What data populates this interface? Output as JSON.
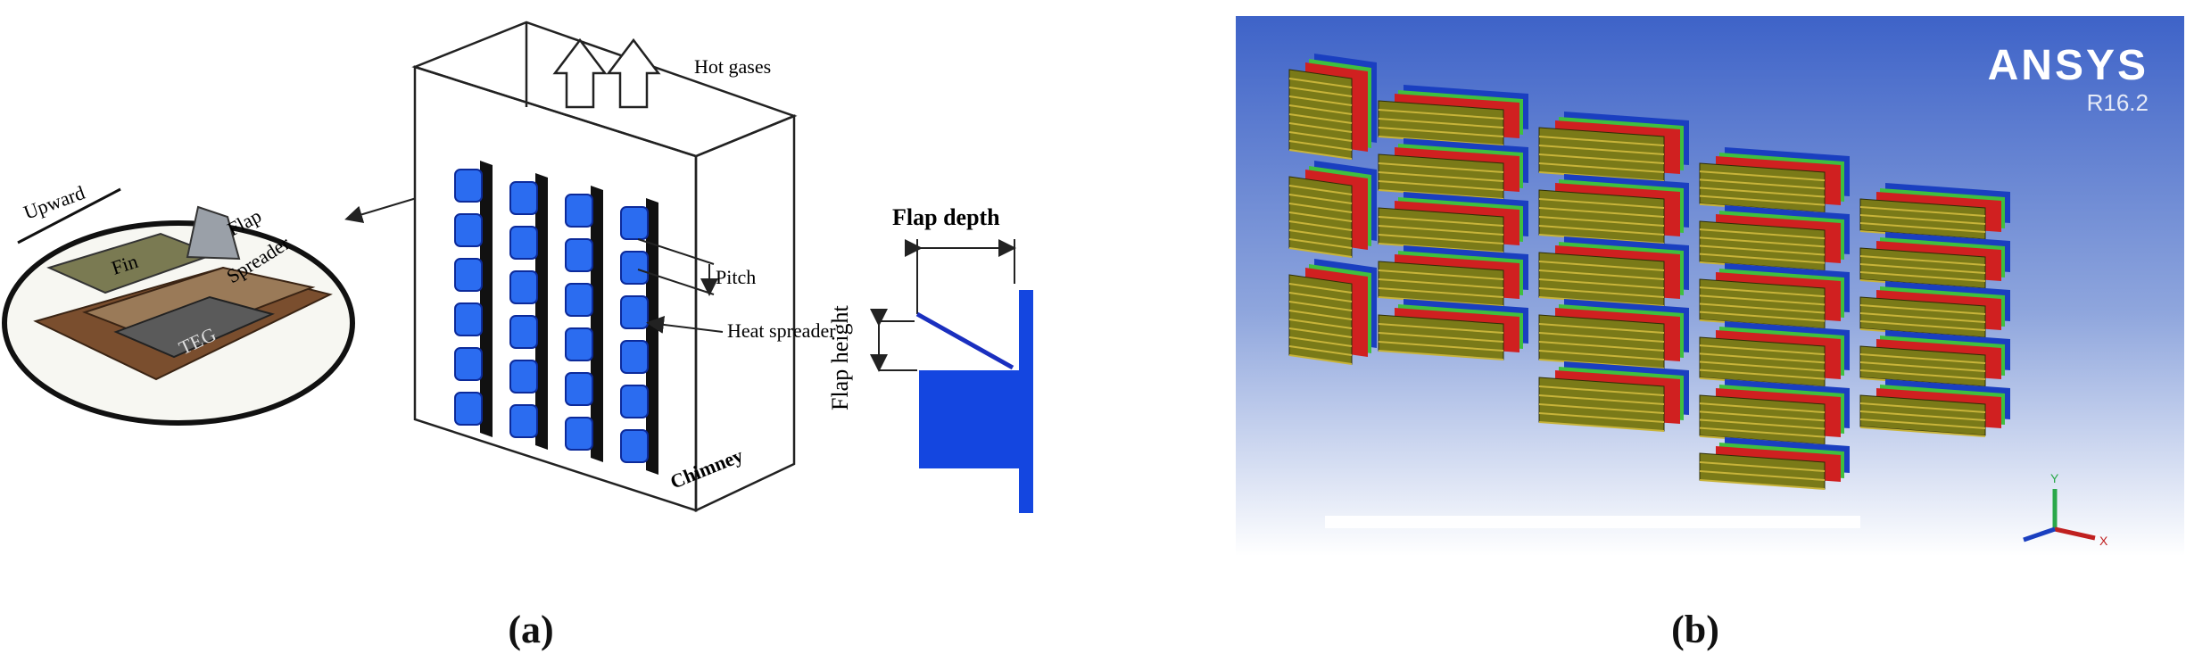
{
  "panel_a": {
    "caption": "(a)",
    "hot_gases": "Hot gases",
    "pitch": "Pitch",
    "heat_spreader": "Heat spreader",
    "chimney": "Chimney",
    "upward": "Upward",
    "flap": "Flap",
    "fin": "Fin",
    "spreader": "Spreader",
    "teg": "TEG",
    "flap_depth": "Flap depth",
    "flap_height": "Flap height"
  },
  "panel_b": {
    "caption": "(b)",
    "brand": "ANSYS",
    "version": "R16.2",
    "axis_x": "X",
    "axis_y": "Y",
    "colors": {
      "bg_top": "#3e63c8",
      "bg_bottom": "#ffffff",
      "fin_olive": "#7a7a18",
      "red": "#d02020",
      "blue": "#1a3fc0",
      "green": "#3fbf3f"
    }
  }
}
